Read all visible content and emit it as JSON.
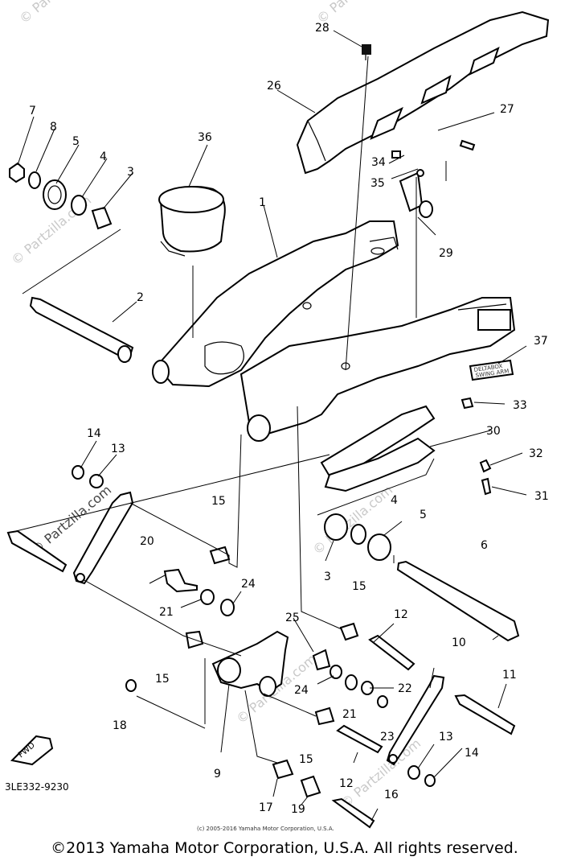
{
  "diagram": {
    "part_numbers": [
      "1",
      "2",
      "3",
      "4",
      "5",
      "6",
      "7",
      "8",
      "9",
      "10",
      "11",
      "12",
      "13",
      "14",
      "15",
      "16",
      "17",
      "18",
      "19",
      "20",
      "21",
      "22",
      "23",
      "24",
      "25",
      "26",
      "27",
      "28",
      "29",
      "30",
      "31",
      "32",
      "33",
      "34",
      "35",
      "36",
      "37"
    ],
    "drawing_code": "3LE332-9230",
    "fwd_label": "FWD",
    "watermark": "© Partzilla.com",
    "small_copyright": "(c) 2005-2016 Yamaha Motor Corporation, U.S.A.",
    "decal_text": [
      "DELTABOX",
      "SWING ARM"
    ]
  },
  "footer": {
    "copyright": "©2013 Yamaha Motor Corporation, U.S.A. All rights reserved."
  }
}
